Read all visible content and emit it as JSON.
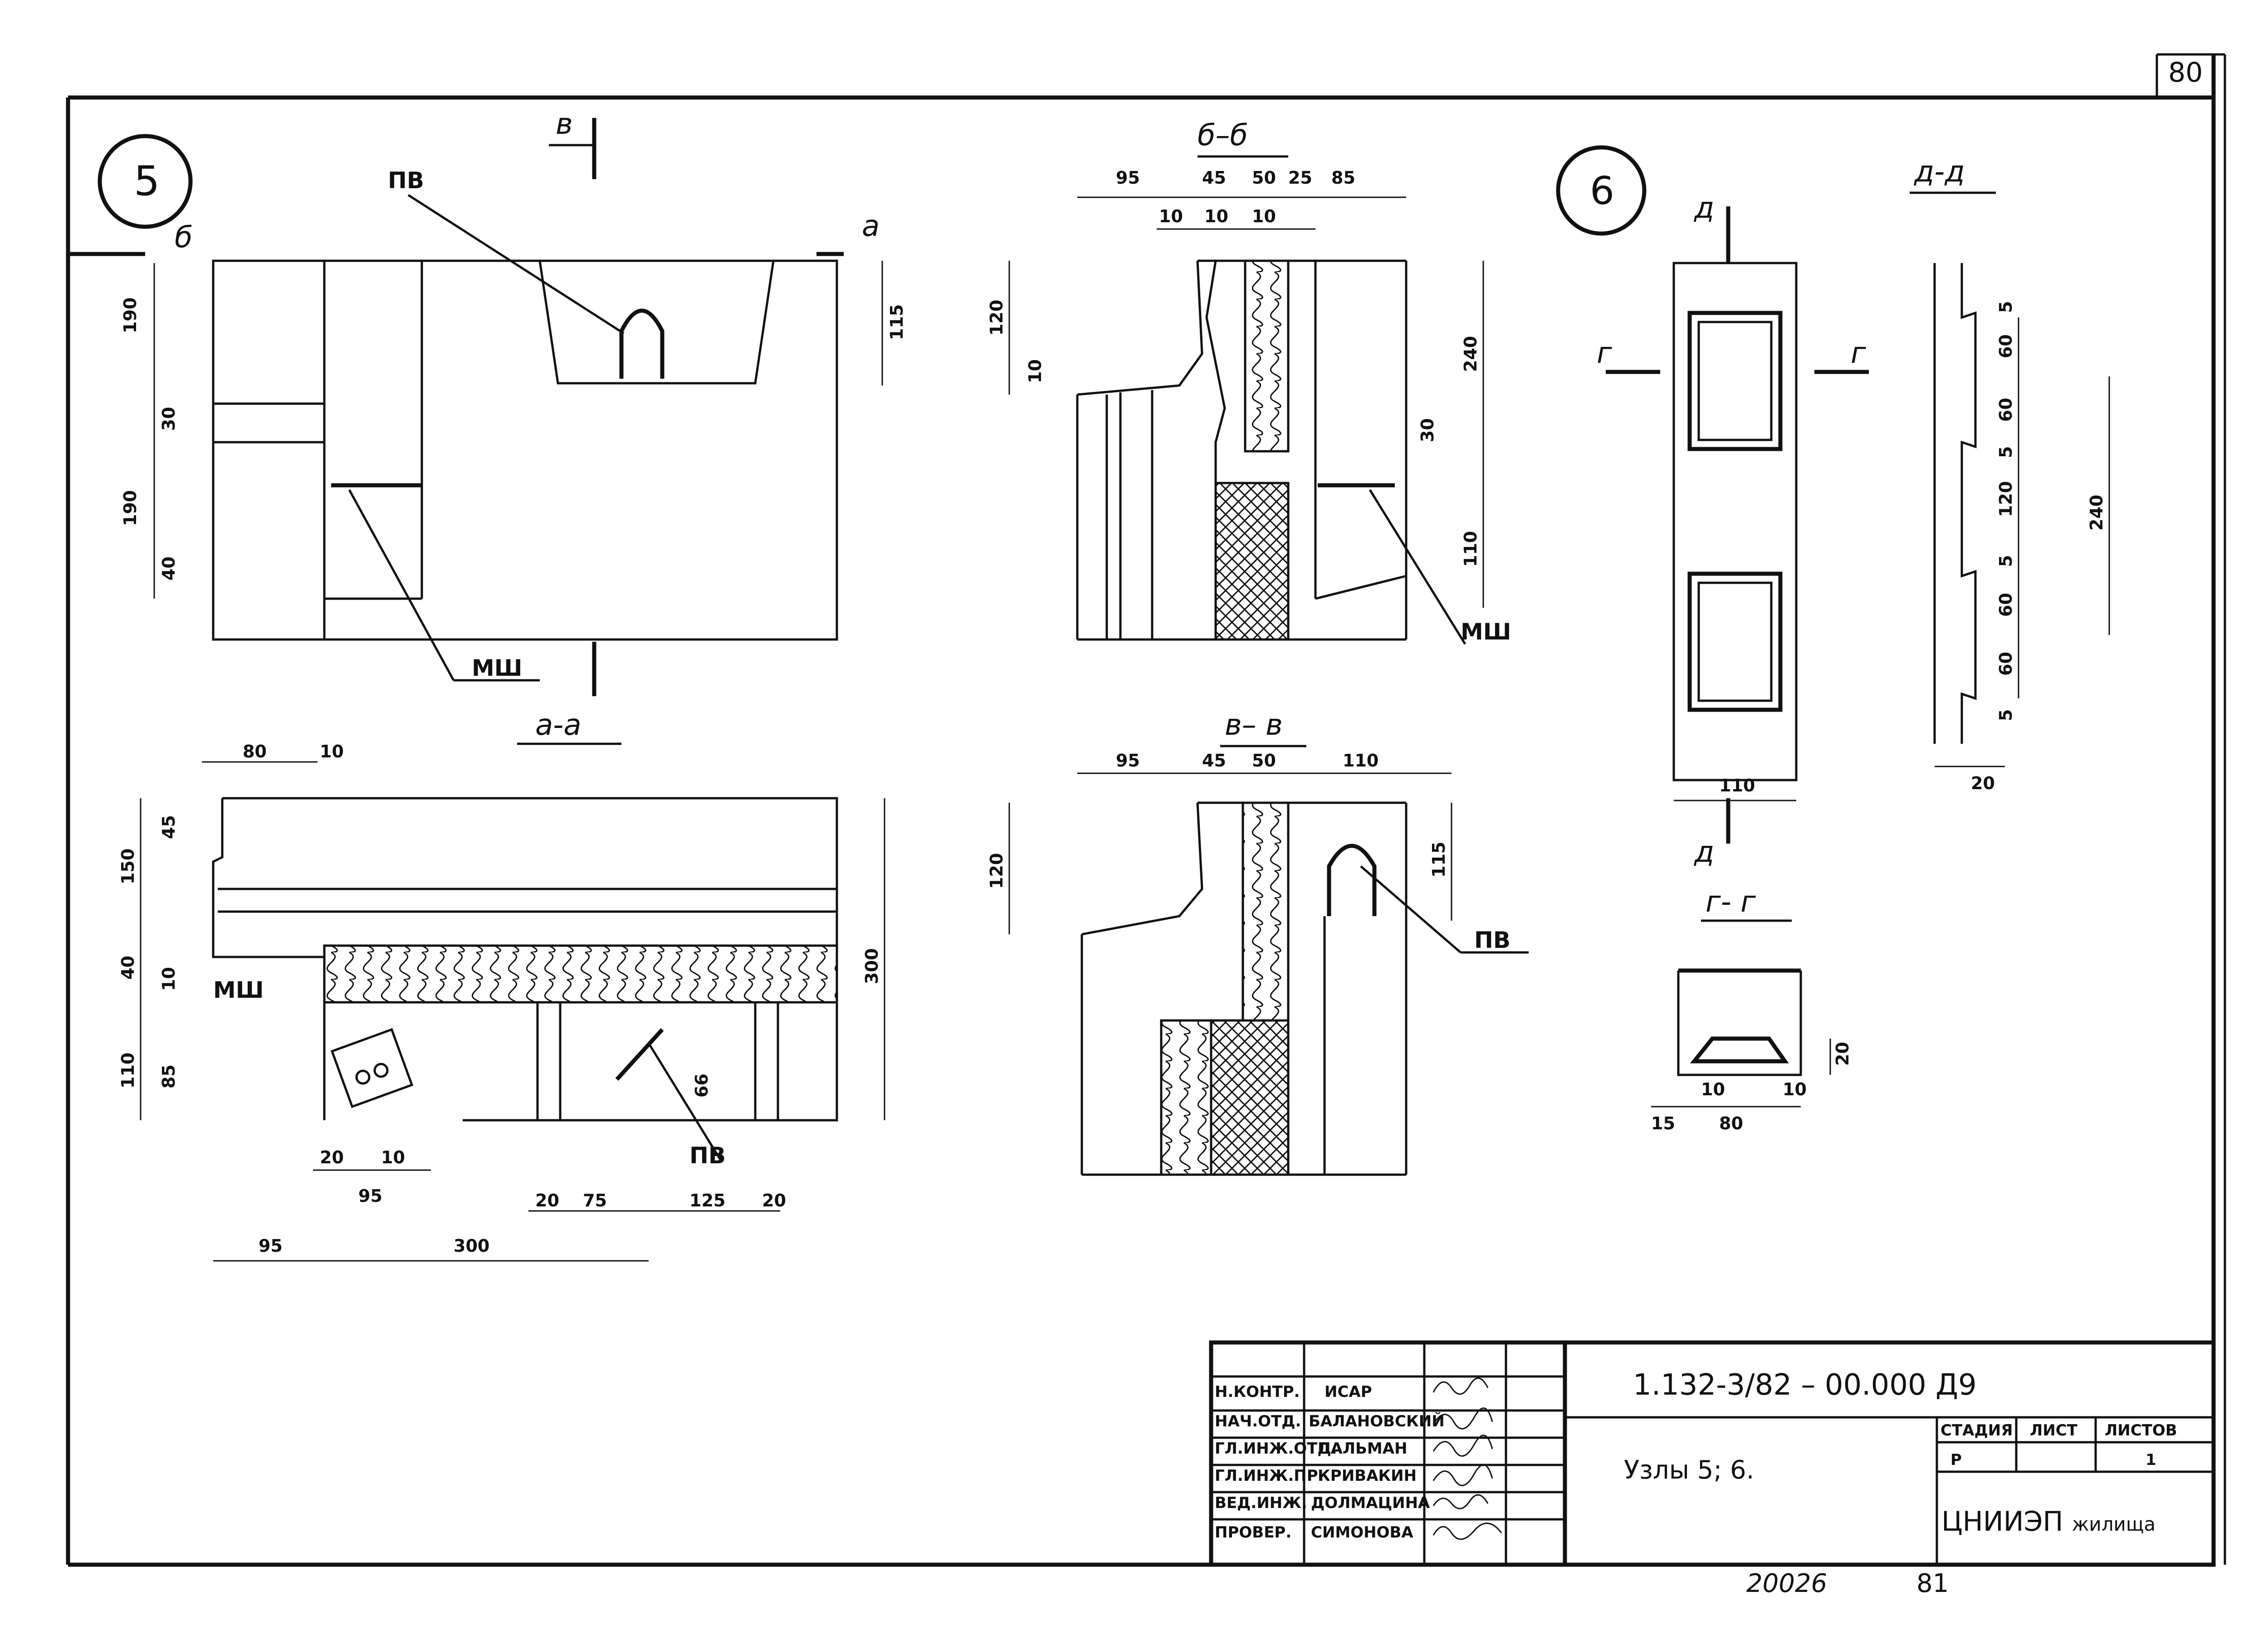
{
  "sheet_number": "80",
  "node5": {
    "number": "5",
    "labels": {
      "pv": "ПВ",
      "msh": "МШ"
    },
    "cut_marks": {
      "a": "а",
      "b": "б",
      "v": "в"
    },
    "dims": [
      "190",
      "30",
      "190",
      "40",
      "115"
    ]
  },
  "section_a": {
    "title": "а-а",
    "labels": {
      "msh": "МШ",
      "pv": "ПВ"
    },
    "dims_top": [
      "80",
      "10"
    ],
    "dims_left": [
      "45",
      "150",
      "10",
      "40",
      "85",
      "110"
    ],
    "dims_right": [
      "300",
      "66"
    ],
    "dims_bottom1": [
      "20",
      "10",
      "95",
      "20",
      "75",
      "125",
      "20"
    ],
    "dims_bottom2": [
      "95",
      "300"
    ]
  },
  "section_b": {
    "title": "б–б",
    "dims_top": [
      "95",
      "45",
      "50",
      "25",
      "85"
    ],
    "dims_top2": [
      "10",
      "10",
      "10"
    ],
    "dims_left": [
      "120",
      "10"
    ],
    "dims_right": [
      "240",
      "30",
      "110"
    ],
    "labels": {
      "msh": "МШ"
    }
  },
  "section_v": {
    "title": "в– в",
    "dims_top": [
      "95",
      "45",
      "50",
      "110"
    ],
    "dims_left": [
      "120"
    ],
    "dims_right": [
      "115"
    ],
    "labels": {
      "pv": "ПВ"
    }
  },
  "node6": {
    "number": "6",
    "cut_marks": {
      "d": "д",
      "g": "г"
    },
    "dims_bottom": [
      "110"
    ]
  },
  "section_d": {
    "title": "д-д",
    "dims": [
      "5",
      "60",
      "60",
      "5",
      "120",
      "5",
      "60",
      "60",
      "5",
      "240",
      "20"
    ]
  },
  "section_g": {
    "title": "г- г",
    "dims": [
      "20",
      "10",
      "10",
      "15",
      "80"
    ]
  },
  "title_block": {
    "rows": [
      {
        "role": "Н.КОНТР.",
        "name": "ИСАР"
      },
      {
        "role": "НАЧ.ОТД.",
        "name": "БАЛАНОВСКИЙ"
      },
      {
        "role": "ГЛ.ИНЖ.ОТД.",
        "name": "ПАЛЬМАН"
      },
      {
        "role": "ГЛ.ИНЖ.ПР.",
        "name": "КРИВАКИН"
      },
      {
        "role": "ВЕД.ИНЖ.",
        "name": "ДОЛМАЦИНА"
      },
      {
        "role": "ПРОВЕР.",
        "name": "СИМОНОВА"
      }
    ],
    "doc_code": "1.132-3/82 – 00.000 Д9",
    "title": "Узлы 5; 6.",
    "stage_header": "СТАДИЯ",
    "sheet_header": "ЛИСТ",
    "sheets_header": "ЛИСТОВ",
    "stage": "Р",
    "sheet": "",
    "sheets": "1",
    "org": "ЦНИИЭП",
    "org_suffix": "жилища"
  },
  "footer": {
    "number": "20026",
    "page": "81"
  }
}
